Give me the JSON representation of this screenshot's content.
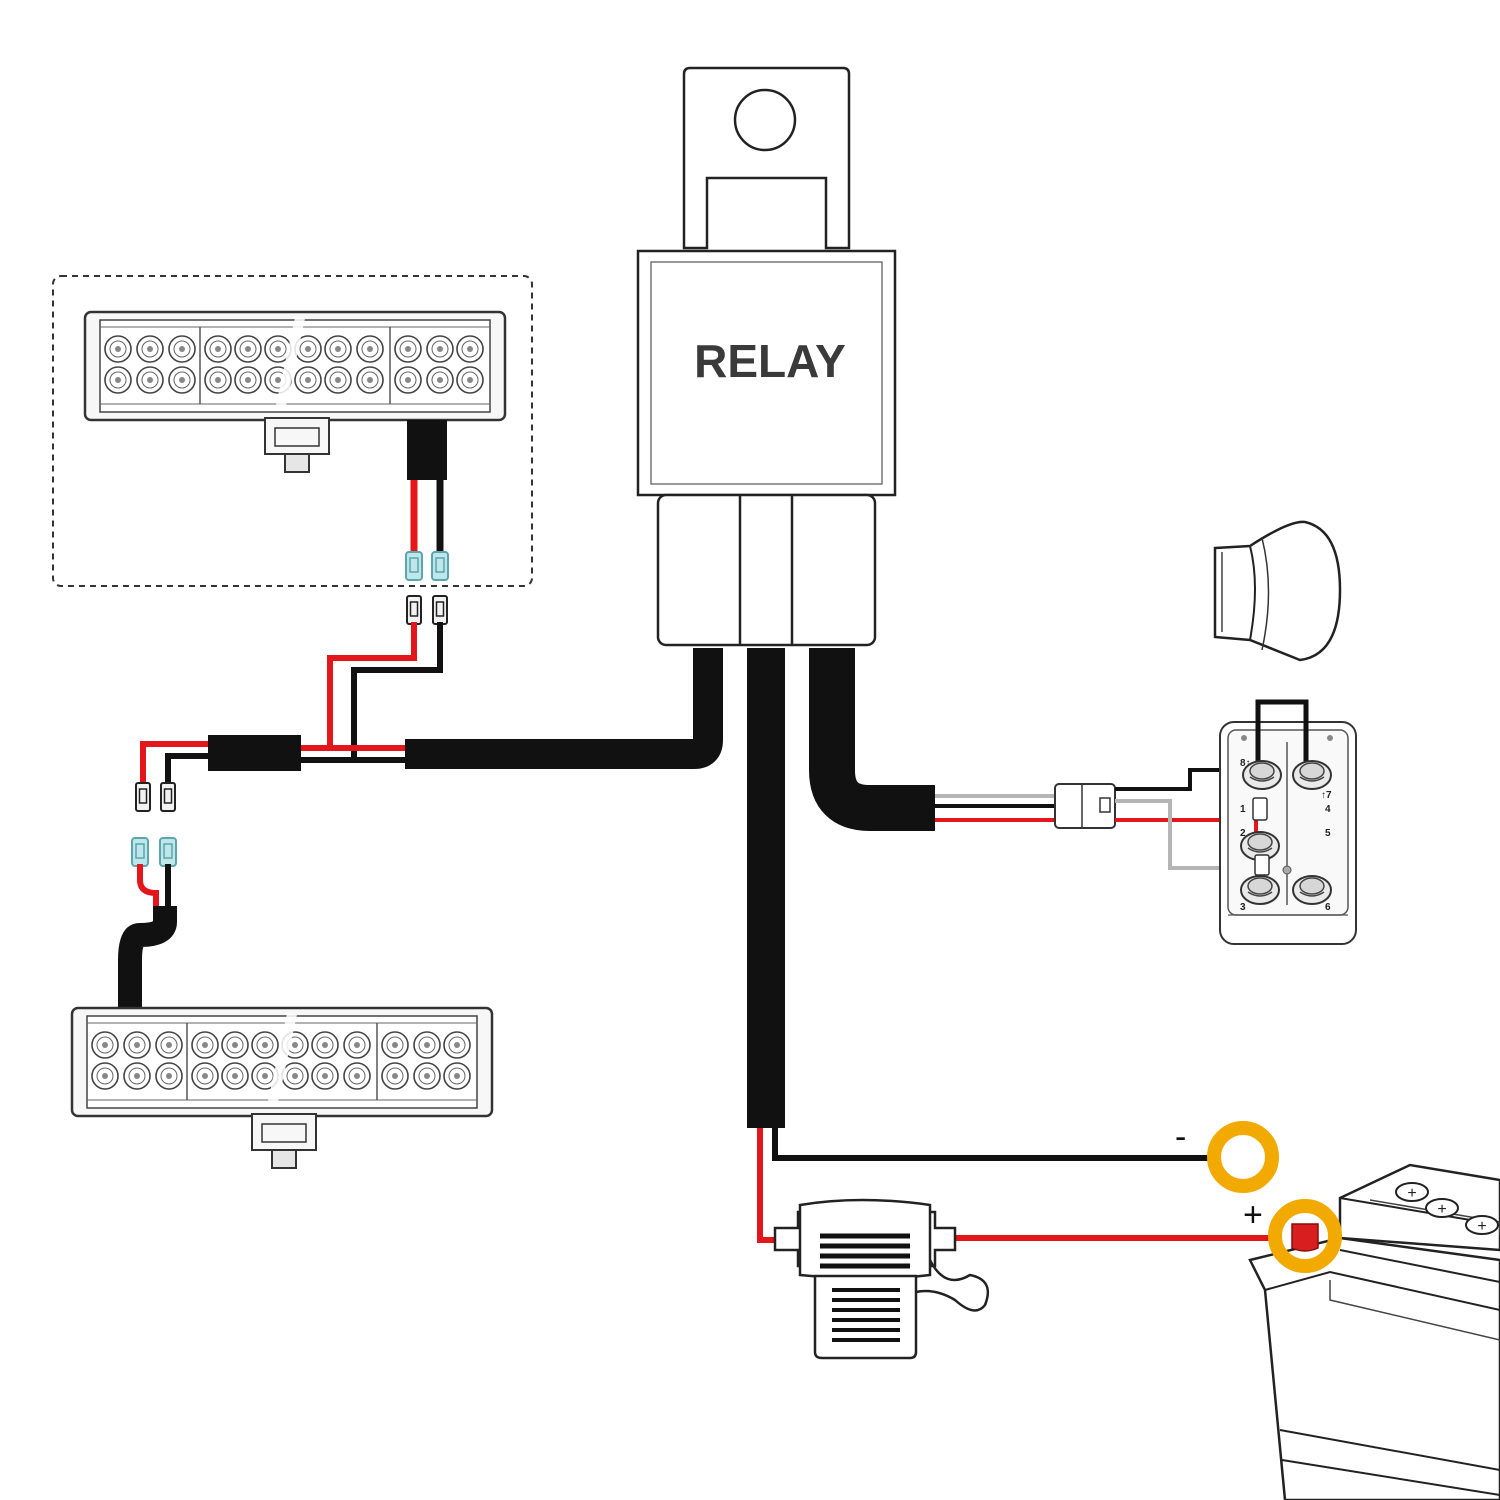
{
  "relay": {
    "label": "RELAY"
  },
  "switch": {
    "pins": [
      {
        "id": "pin-1",
        "label": "1"
      },
      {
        "id": "pin-2",
        "label": "2"
      },
      {
        "id": "pin-3",
        "label": "3"
      },
      {
        "id": "pin-4",
        "label": "4"
      },
      {
        "id": "pin-5",
        "label": "5"
      },
      {
        "id": "pin-6",
        "label": "6"
      },
      {
        "id": "pin-7",
        "label": "↑7"
      },
      {
        "id": "pin-8",
        "label": "8↑"
      }
    ]
  },
  "battery": {
    "negative_label": "-",
    "positive_label": "+"
  },
  "colors": {
    "wire_black": "#111111",
    "wire_red": "#e3161b",
    "wire_grey": "#b5b5b5",
    "terminal_ring": "#f2a900",
    "terminal_cap": "#d81e1e",
    "connector_tint": "#bfe6ea"
  }
}
